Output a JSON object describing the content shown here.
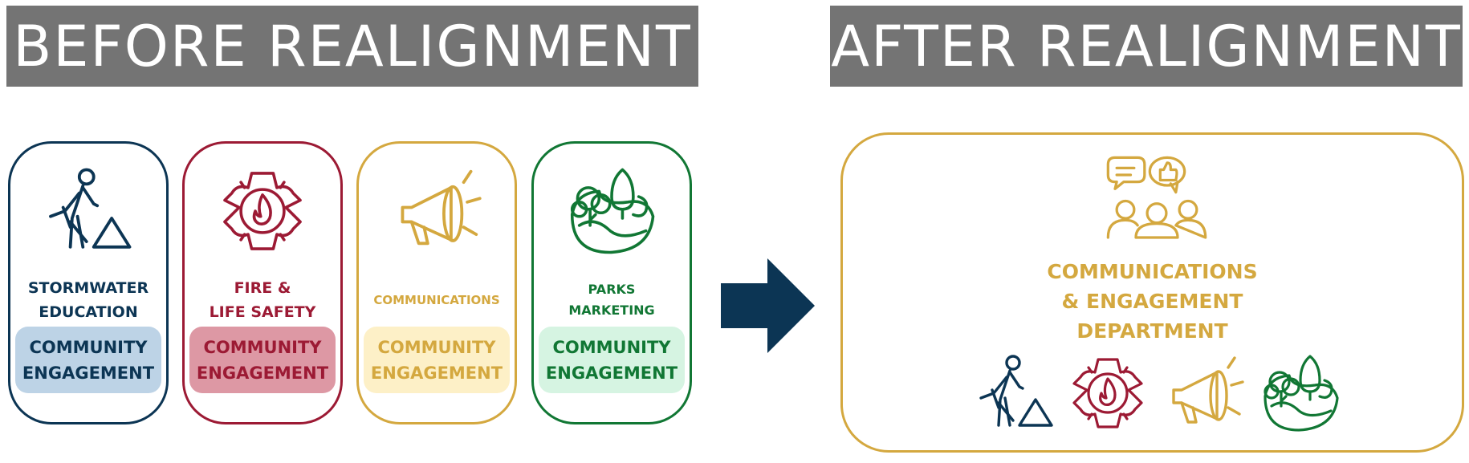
{
  "before": {
    "heading": "BEFORE REALIGNMENT",
    "cards": [
      {
        "title": "STORMWATER\nEDUCATION",
        "badge": "COMMUNITY\nENGAGEMENT",
        "icon": "worker-shovel-icon",
        "color": "#0c3554",
        "badge_bg": "#bdd3e6"
      },
      {
        "title": "FIRE &\nLIFE SAFETY",
        "badge": "COMMUNITY\nENGAGEMENT",
        "icon": "fire-badge-icon",
        "color": "#9c1a34",
        "badge_bg": "#dd98a4"
      },
      {
        "title": "COMMUNICATIONS",
        "badge": "COMMUNITY\nENGAGEMENT",
        "icon": "megaphone-icon",
        "color": "#d4a83f",
        "badge_bg": "#fdf0c7"
      },
      {
        "title": "PARKS\nMARKETING",
        "badge": "COMMUNITY\nENGAGEMENT",
        "icon": "park-trees-icon",
        "color": "#117734",
        "badge_bg": "#d6f4e2"
      }
    ]
  },
  "arrow": {
    "icon": "right-arrow-icon",
    "color": "#0c3554"
  },
  "after": {
    "heading": "AFTER REALIGNMENT",
    "department": "COMMUNICATIONS\n& ENGAGEMENT\nDEPARTMENT",
    "icon": "people-chat-icon",
    "color": "#d4a83f",
    "icons": [
      "worker-shovel-icon",
      "fire-badge-icon",
      "megaphone-icon",
      "park-trees-icon"
    ]
  },
  "banner_color": "#747474"
}
